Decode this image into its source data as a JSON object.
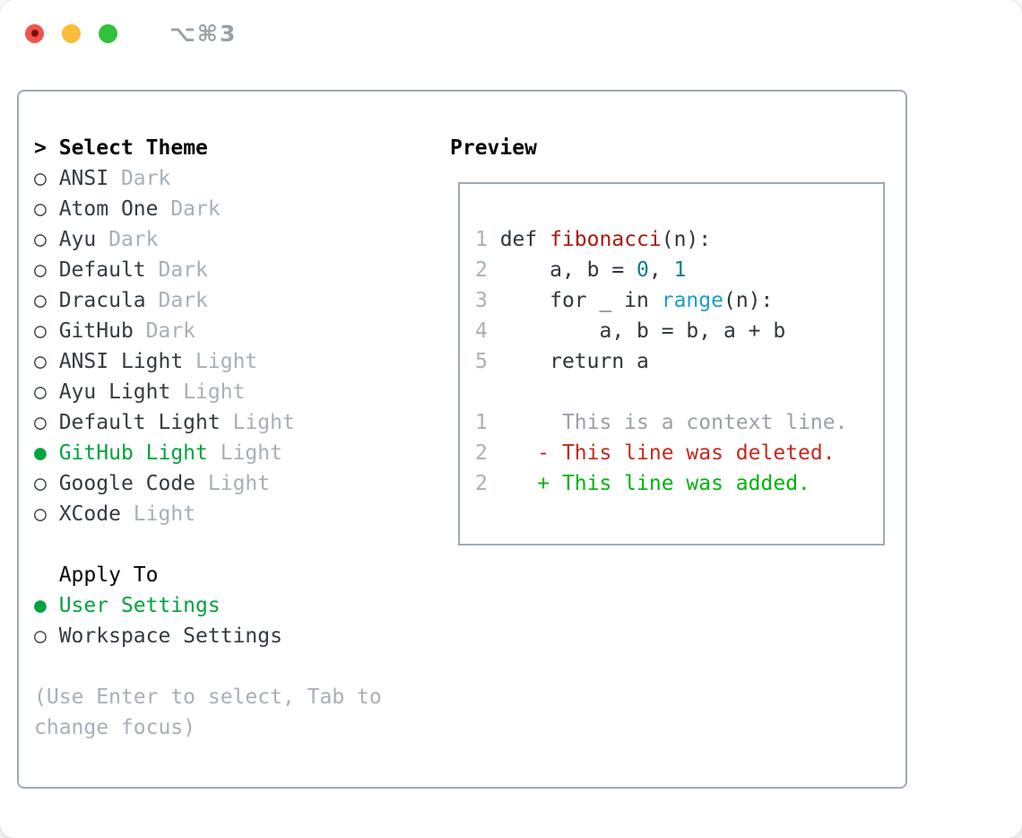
{
  "window": {
    "title": "⌥⌘3",
    "traffic_lights": [
      "close",
      "minimize",
      "zoom"
    ]
  },
  "markers": {
    "header": ">",
    "selected": "●",
    "unselected": "○"
  },
  "theme_panel": {
    "header": "Select Theme",
    "items": [
      {
        "name": "ANSI",
        "variant": "Dark",
        "selected": false
      },
      {
        "name": "Atom One",
        "variant": "Dark",
        "selected": false
      },
      {
        "name": "Ayu",
        "variant": "Dark",
        "selected": false
      },
      {
        "name": "Default",
        "variant": "Dark",
        "selected": false
      },
      {
        "name": "Dracula",
        "variant": "Dark",
        "selected": false
      },
      {
        "name": "GitHub",
        "variant": "Dark",
        "selected": false
      },
      {
        "name": "ANSI Light",
        "variant": "Light",
        "selected": false
      },
      {
        "name": "Ayu Light",
        "variant": "Light",
        "selected": false
      },
      {
        "name": "Default Light",
        "variant": "Light",
        "selected": false
      },
      {
        "name": "GitHub Light",
        "variant": "Light",
        "selected": true
      },
      {
        "name": "Google Code",
        "variant": "Light",
        "selected": false
      },
      {
        "name": "XCode",
        "variant": "Light",
        "selected": false
      }
    ],
    "apply_to": {
      "header": "Apply To",
      "options": [
        {
          "label": "User Settings",
          "selected": true
        },
        {
          "label": "Workspace Settings",
          "selected": false
        }
      ]
    },
    "hint": "(Use Enter to select, Tab to change focus)"
  },
  "preview": {
    "header": "Preview",
    "code_lines": [
      {
        "num": "1",
        "tokens": [
          {
            "t": " def ",
            "c": "code"
          },
          {
            "t": "fibonacci",
            "c": "func"
          },
          {
            "t": "(n):",
            "c": "code"
          }
        ]
      },
      {
        "num": "2",
        "tokens": [
          {
            "t": "     a, b = ",
            "c": "code"
          },
          {
            "t": "0",
            "c": "num"
          },
          {
            "t": ", ",
            "c": "code"
          },
          {
            "t": "1",
            "c": "num"
          }
        ]
      },
      {
        "num": "3",
        "tokens": [
          {
            "t": "     for _ in ",
            "c": "code"
          },
          {
            "t": "range",
            "c": "builtin"
          },
          {
            "t": "(n):",
            "c": "code"
          }
        ]
      },
      {
        "num": "4",
        "tokens": [
          {
            "t": "         a, b = b, a + b",
            "c": "code"
          }
        ]
      },
      {
        "num": "5",
        "tokens": [
          {
            "t": "     return a",
            "c": "code"
          }
        ]
      }
    ],
    "diff_lines": [
      {
        "num": "1",
        "tokens": [
          {
            "t": "      This is a context line.",
            "c": "context"
          }
        ]
      },
      {
        "num": "2",
        "tokens": [
          {
            "t": "    - This line was deleted.",
            "c": "deleted"
          }
        ]
      },
      {
        "num": "2",
        "tokens": [
          {
            "t": "    + This line was added.",
            "c": "added"
          }
        ]
      }
    ]
  },
  "colors": {
    "accent_green": "#00a33e",
    "diff_green": "#00b30b",
    "diff_red": "#c6291b",
    "func_red": "#a81a0e",
    "number_teal": "#0e7d87",
    "builtin_blue": "#1f9ccb",
    "text_dark": "#343b43",
    "code_dark": "#2f363d",
    "muted": "#a6b0ba",
    "context_gray": "#97a1ab",
    "border_gray": "#a0aab4",
    "title_gray": "#9aa0a6",
    "traffic_red": "#f0544c",
    "traffic_yellow": "#f9bc3b",
    "traffic_green": "#32c13d"
  }
}
